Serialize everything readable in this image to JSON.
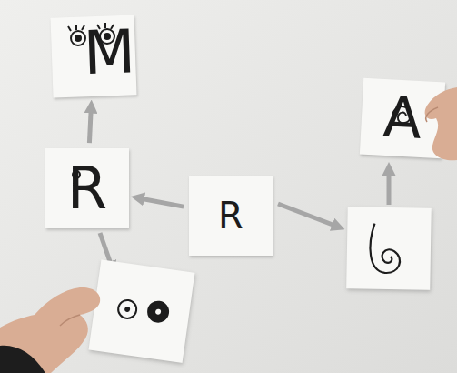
{
  "diagram": {
    "nodes": [
      {
        "text": [
          "M"
        ]
      },
      {
        "text": [
          "A"
        ]
      },
      {
        "text": [
          "R"
        ]
      },
      {
        "text": [
          "R"
        ]
      }
    ],
    "edges": [
      {
        "from": 3,
        "to": 2,
        "arrow": "to"
      },
      {
        "from": 2,
        "to": 0,
        "arrow": "to"
      }
    ]
  }
}
